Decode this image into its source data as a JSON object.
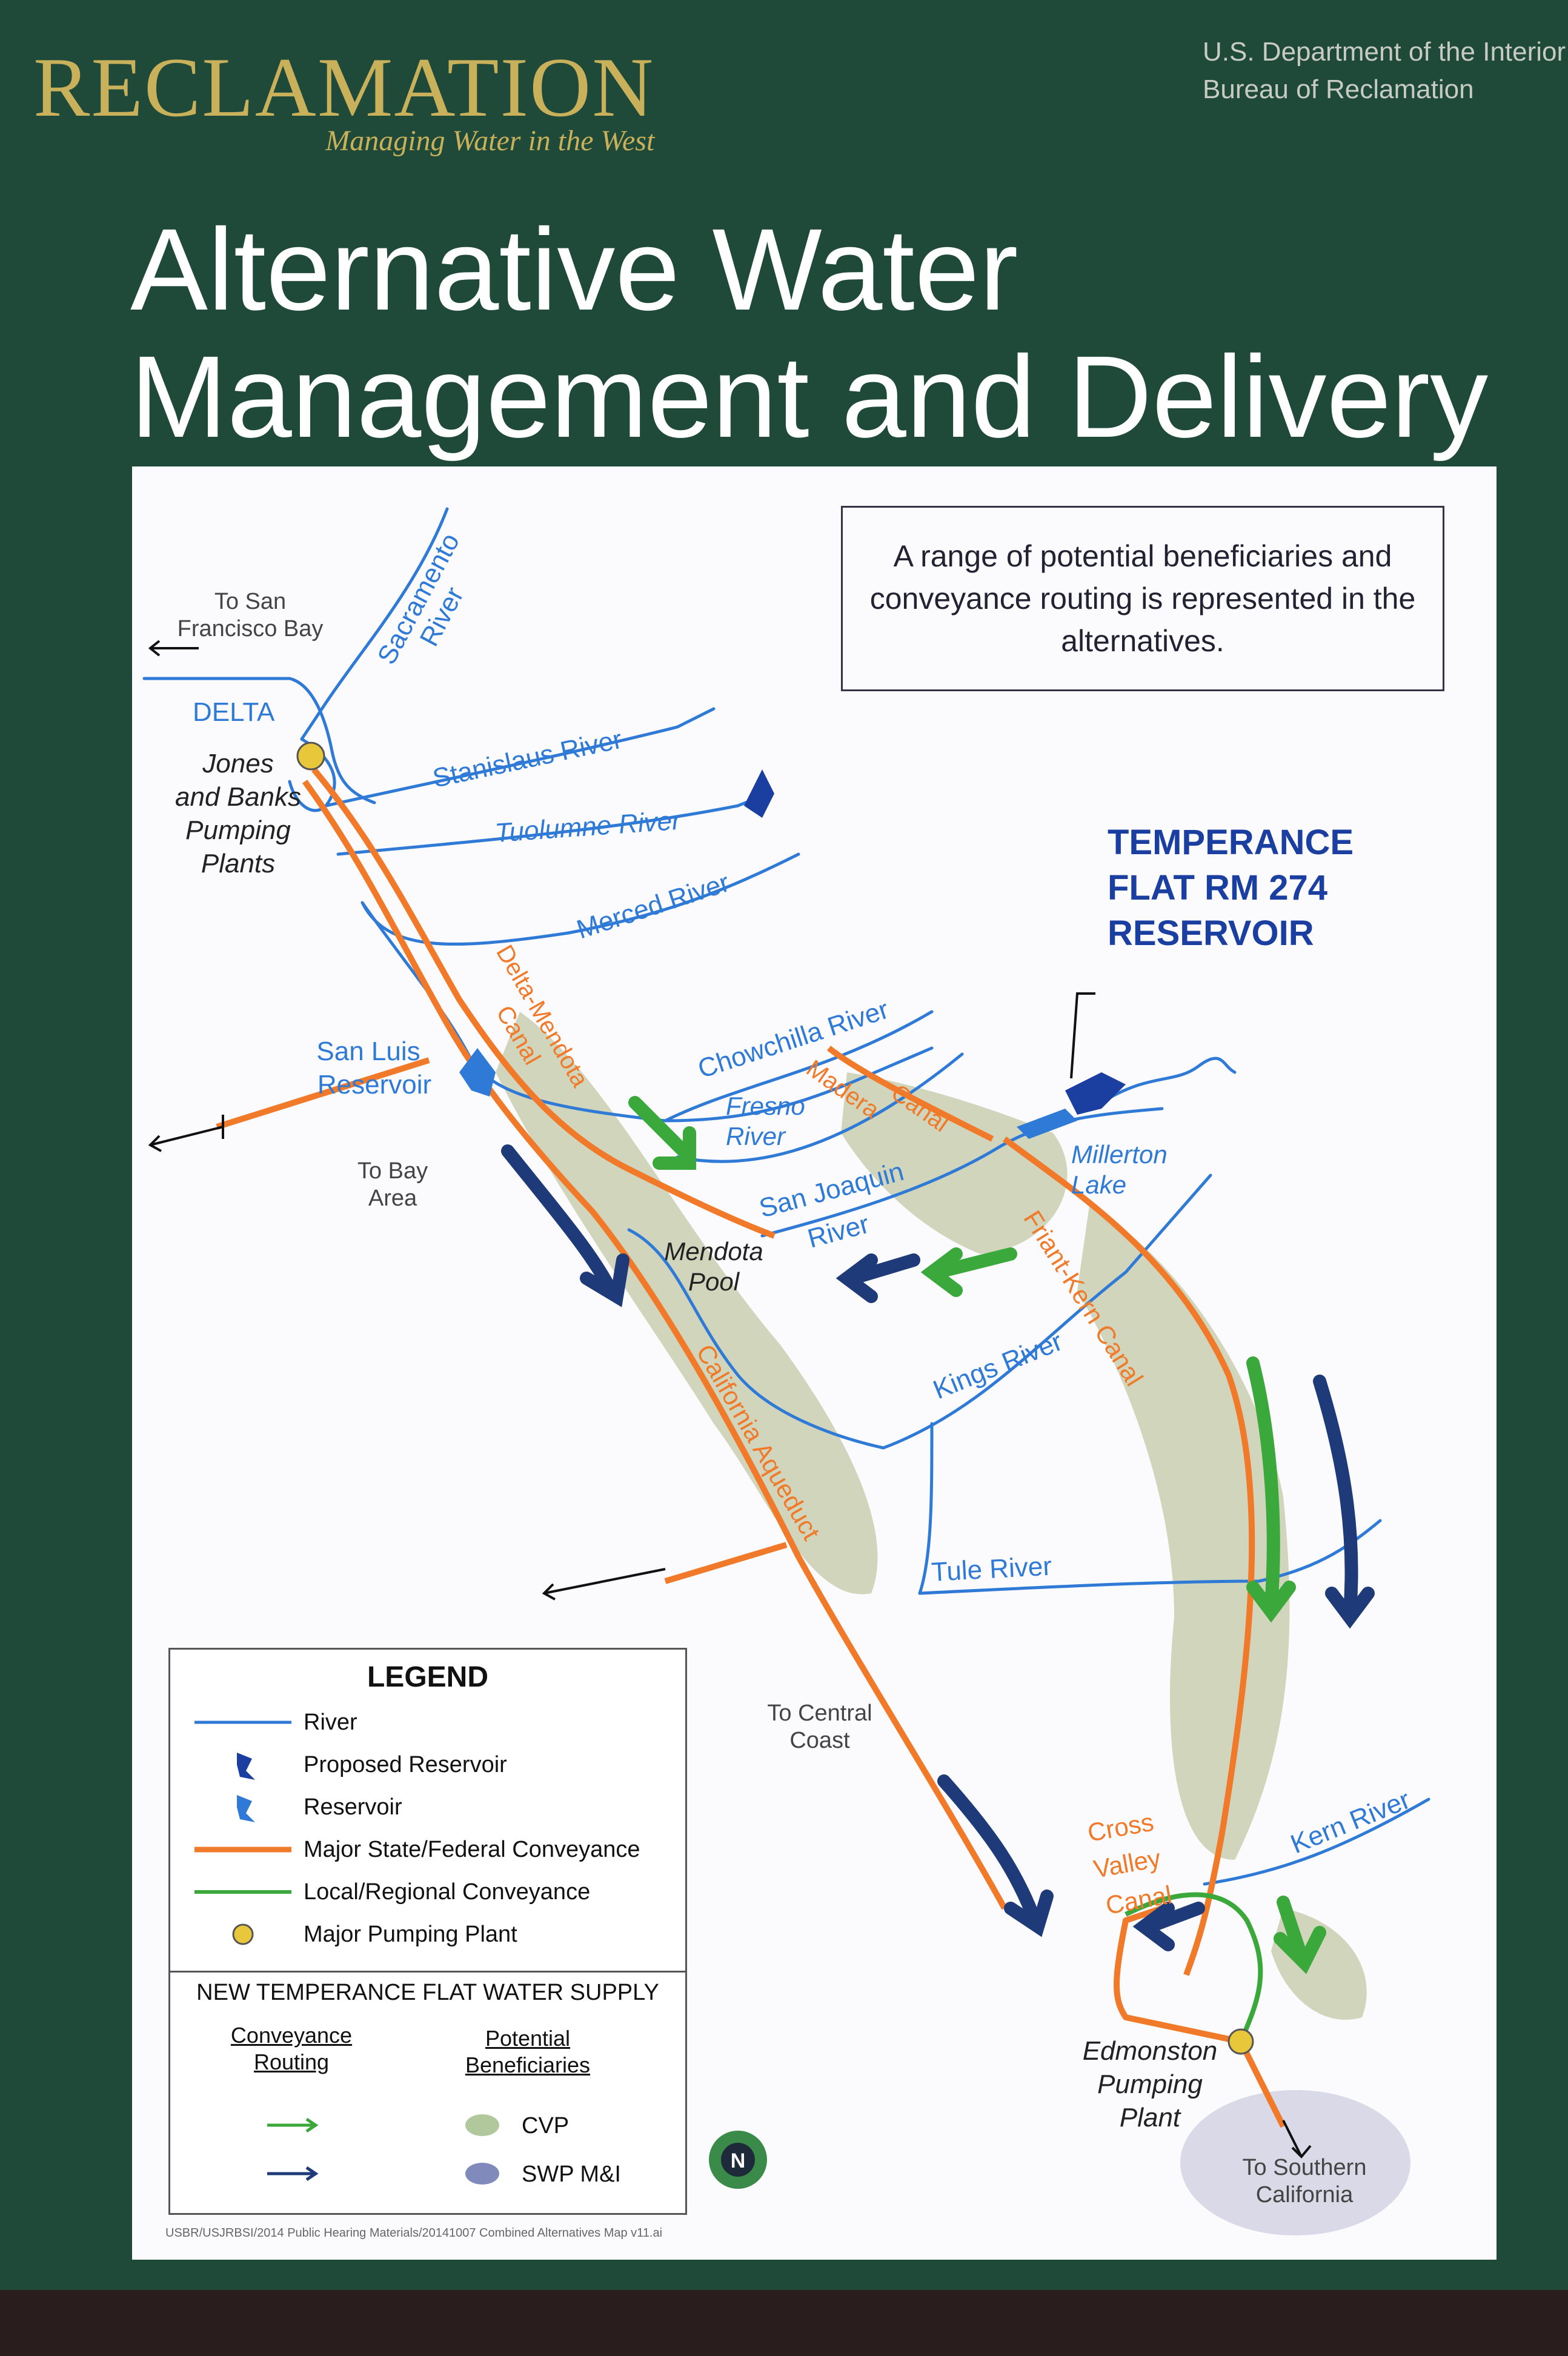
{
  "header": {
    "logo_word": "RECLAMATION",
    "logo_tagline": "Managing Water in the West",
    "agency_line1": "U.S. Department of the Interior",
    "agency_line2": "Bureau of Reclamation",
    "title_line1": "Alternative Water",
    "title_line2": "Management and Delivery"
  },
  "note": {
    "text": "A range of potential beneficiaries and conveyance routing is represented in the alternatives."
  },
  "colors": {
    "river": "#2f7ad6",
    "conveyance_major": "#f07a2a",
    "conveyance_local": "#3aa83a",
    "swp_arrow": "#1e3a78",
    "proposed_reservoir": "#1a3fa0",
    "beneficiary_shade": "#c2c9a6",
    "pump": "#e8c83a"
  },
  "labels": {
    "to_sf_bay": [
      "To San",
      "Francisco Bay"
    ],
    "sacramento": [
      "Sacramento",
      "River"
    ],
    "delta": "DELTA",
    "jones_banks": [
      "Jones",
      "and Banks",
      "Pumping",
      "Plants"
    ],
    "stanislaus": "Stanislaus River",
    "tuolumne": "Tuolumne River",
    "merced": "Merced River",
    "temperance": [
      "TEMPERANCE",
      "FLAT RM 274",
      "RESERVOIR"
    ],
    "san_luis": [
      "San Luis",
      "Reservoir"
    ],
    "to_bay_area": [
      "To Bay",
      "Area"
    ],
    "delta_mendota": [
      "Delta-Mendota",
      "Canal"
    ],
    "chowchilla": "Chowchilla River",
    "fresno": [
      "Fresno",
      "River"
    ],
    "madera": [
      "Madera",
      "Canal"
    ],
    "millerton": [
      "Millerton",
      "Lake"
    ],
    "san_joaquin": [
      "San Joaquin",
      "River"
    ],
    "mendota_pool": [
      "Mendota",
      "Pool"
    ],
    "friant_kern": "Friant-Kern Canal",
    "kings": "Kings River",
    "california_aqueduct": "California Aqueduct",
    "tule": "Tule River",
    "to_central_coast": [
      "To Central",
      "Coast"
    ],
    "cross_valley": [
      "Cross",
      "Valley",
      "Canal"
    ],
    "kern": "Kern River",
    "edmonston": [
      "Edmonston",
      "Pumping",
      "Plant"
    ],
    "to_southern_ca": [
      "To Southern",
      "California"
    ],
    "north": "N"
  },
  "legend": {
    "title": "LEGEND",
    "items": [
      {
        "label": "River"
      },
      {
        "label": "Proposed Reservoir"
      },
      {
        "label": "Reservoir"
      },
      {
        "label": "Major State/Federal Conveyance"
      },
      {
        "label": "Local/Regional Conveyance"
      },
      {
        "label": "Major Pumping Plant"
      }
    ],
    "subtitle": "NEW TEMPERANCE FLAT WATER SUPPLY",
    "col1": [
      "Conveyance",
      "Routing"
    ],
    "col2": [
      "Potential",
      "Beneficiaries"
    ],
    "cvp": "CVP",
    "swp": "SWP M&I"
  },
  "credit": "USBR/USJRBSI/2014 Public Hearing Materials/20141007 Combined Alternatives Map v11.ai"
}
